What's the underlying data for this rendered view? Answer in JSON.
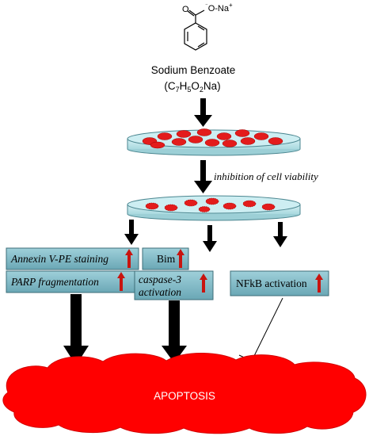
{
  "compound": {
    "formula_top": "O",
    "charge_label": "-Na",
    "charge_plus": "+",
    "name": "Sodium Benzoate",
    "formula": [
      "(C",
      "7",
      "H",
      "5",
      "O",
      "2",
      "Na)"
    ]
  },
  "step_label": "inhibition of cell viability",
  "markers": [
    {
      "text": "Annexin V-PE staining",
      "italic": true
    },
    {
      "text": "Bim",
      "italic": false
    },
    {
      "text": "PARP fragmentation",
      "italic": true
    },
    {
      "text": "caspase-3",
      "italic": true
    },
    {
      "text": "activation",
      "italic": true
    },
    {
      "text": "NFkB activation",
      "italic": false
    }
  ],
  "outcome": "APOPTOSIS",
  "colors": {
    "cell_red": "#e31c1c",
    "dish_fill": "#bfe6ea",
    "box_fill": "#7cb7c4",
    "up_arrow": "#c8140f",
    "arrow": "#000000",
    "apoptosis_fill": "#ff0000"
  },
  "icons": {
    "up_arrow": "up-arrow-icon",
    "down_arrow": "down-arrow-icon",
    "inhibition": "inhibition-bar-icon"
  }
}
